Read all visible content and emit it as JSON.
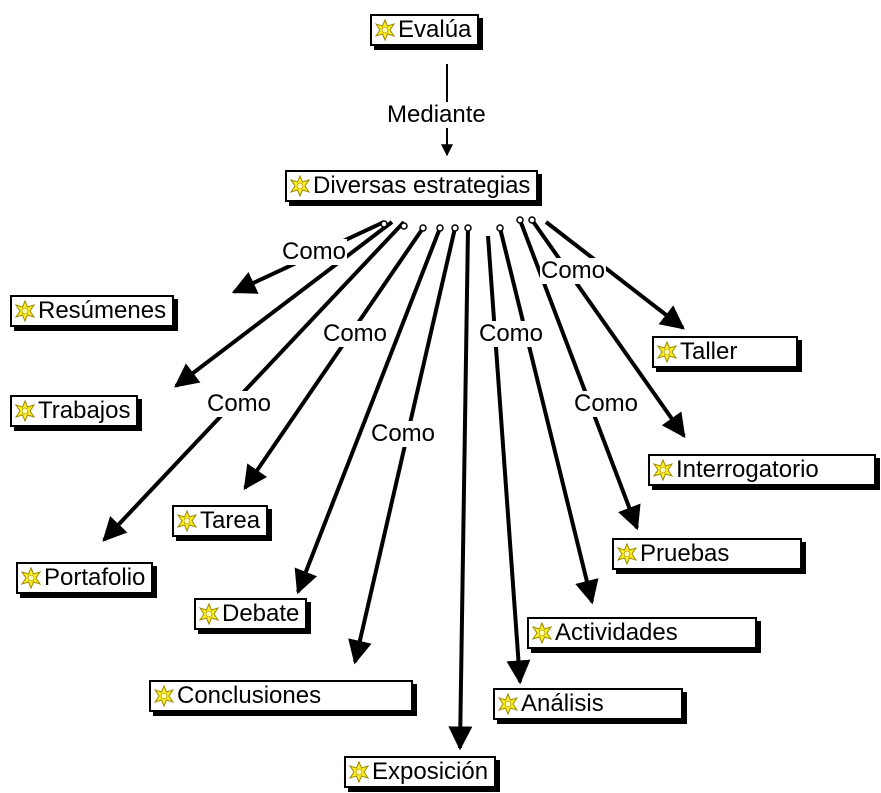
{
  "root": {
    "label": "Evalúa"
  },
  "mediator": {
    "label": "Diversas estrategias",
    "link_label": "Mediante"
  },
  "link_label": "Como",
  "nodes": [
    {
      "id": "resumenes",
      "label": "Resúmenes"
    },
    {
      "id": "trabajos",
      "label": "Trabajos"
    },
    {
      "id": "portafolio",
      "label": "Portafolio"
    },
    {
      "id": "tarea",
      "label": "Tarea"
    },
    {
      "id": "debate",
      "label": "Debate"
    },
    {
      "id": "conclusiones",
      "label": "Conclusiones"
    },
    {
      "id": "exposicion",
      "label": "Exposición"
    },
    {
      "id": "analisis",
      "label": "Análisis"
    },
    {
      "id": "actividades",
      "label": "Actividades"
    },
    {
      "id": "pruebas",
      "label": "Pruebas"
    },
    {
      "id": "interrogatorio",
      "label": "Interrogatorio"
    },
    {
      "id": "taller",
      "label": "Taller"
    }
  ],
  "icon": "concept-star-icon",
  "colors": {
    "icon_fill": "#ffee22",
    "icon_stroke": "#9a8a00",
    "line": "#000000"
  }
}
